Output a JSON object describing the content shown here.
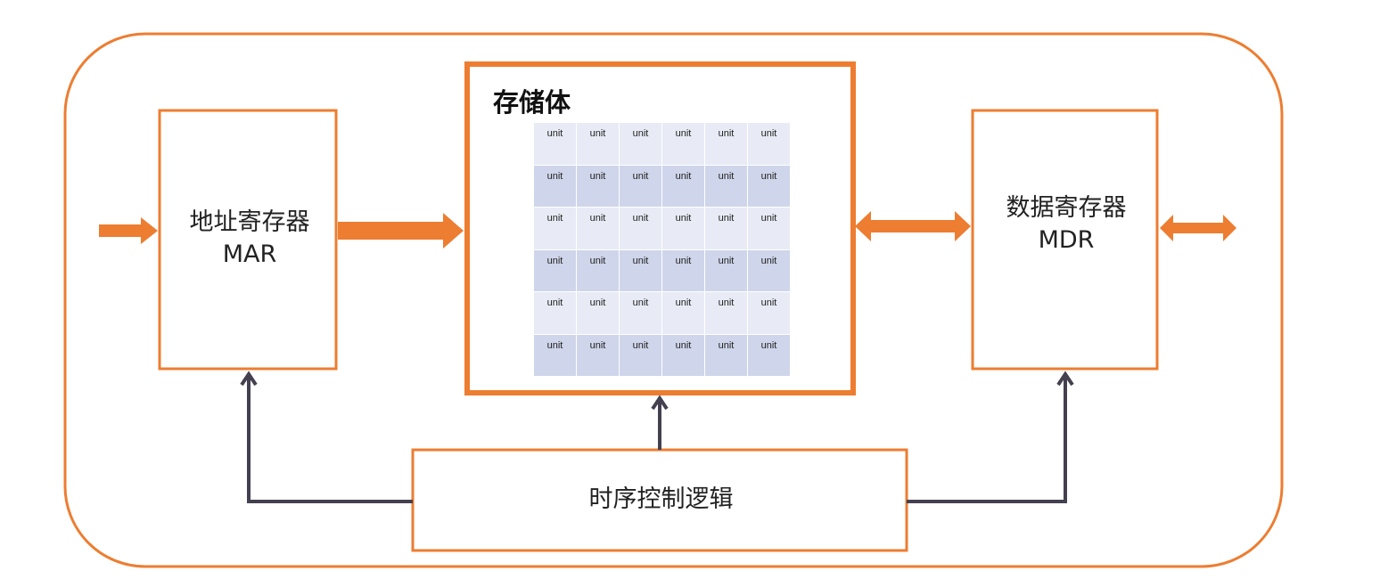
{
  "colors": {
    "accent": "#ED7D31",
    "control_line": "#44404F",
    "cell_light": "#E8EBF5",
    "cell_dark": "#CFD5EA"
  },
  "mar": {
    "line1": "地址寄存器",
    "line2": "MAR"
  },
  "mdr": {
    "line1": "数据寄存器",
    "line2": "MDR"
  },
  "storage": {
    "title": "存储体",
    "rows": [
      [
        "unit",
        "unit",
        "unit",
        "unit",
        "unit",
        "unit"
      ],
      [
        "unit",
        "unit",
        "unit",
        "unit",
        "unit",
        "unit"
      ],
      [
        "unit",
        "unit",
        "unit",
        "unit",
        "unit",
        "unit"
      ],
      [
        "unit",
        "unit",
        "unit",
        "unit",
        "unit",
        "unit"
      ],
      [
        "unit",
        "unit",
        "unit",
        "unit",
        "unit",
        "unit"
      ],
      [
        "unit",
        "unit",
        "unit",
        "unit",
        "unit",
        "unit"
      ]
    ]
  },
  "control": {
    "label": "时序控制逻辑"
  }
}
